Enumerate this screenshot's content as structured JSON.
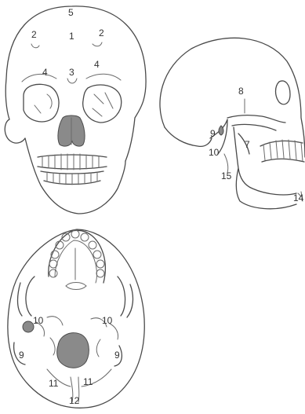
{
  "figure": {
    "front_view": {
      "labels": [
        {
          "id": "l5",
          "text": "5"
        },
        {
          "id": "l1",
          "text": "1"
        },
        {
          "id": "l2a",
          "text": "2"
        },
        {
          "id": "l2b",
          "text": "2"
        },
        {
          "id": "l4a",
          "text": "4"
        },
        {
          "id": "l3",
          "text": "3"
        },
        {
          "id": "l4b",
          "text": "4"
        }
      ]
    },
    "lateral_view": {
      "labels": [
        {
          "id": "l8",
          "text": "8"
        },
        {
          "id": "l9",
          "text": "9"
        },
        {
          "id": "l10",
          "text": "10"
        },
        {
          "id": "l7",
          "text": "7"
        },
        {
          "id": "l15",
          "text": "15"
        },
        {
          "id": "l14",
          "text": "14"
        }
      ]
    },
    "inferior_view": {
      "labels": [
        {
          "id": "l10a",
          "text": "10"
        },
        {
          "id": "l10b",
          "text": "10"
        },
        {
          "id": "l9a",
          "text": "9"
        },
        {
          "id": "l9b",
          "text": "9"
        },
        {
          "id": "l11a",
          "text": "11"
        },
        {
          "id": "l11b",
          "text": "11"
        },
        {
          "id": "l12",
          "text": "12"
        }
      ]
    }
  }
}
